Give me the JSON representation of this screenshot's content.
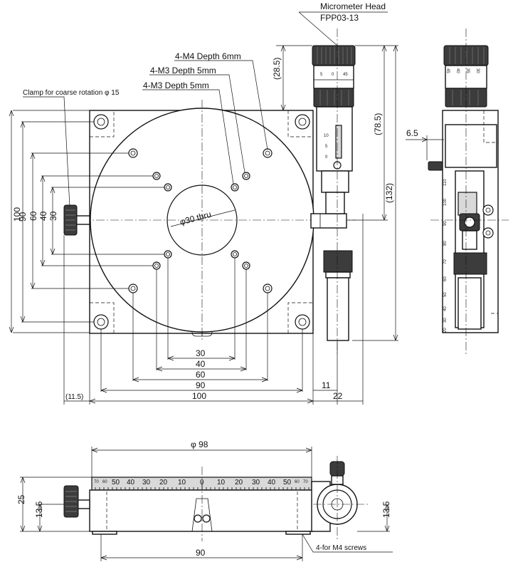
{
  "callouts": {
    "micrometer_head": "Micrometer Head",
    "micrometer_model": "FPP03-13",
    "m4_depth": "4-M4 Depth 6mm",
    "m3_depth_a": "4-M3 Depth 5mm",
    "m3_depth_b": "4-M3 Depth 5mm",
    "clamp": "Clamp for coarse rotation φ 15",
    "thru_hole": "φ30 thru",
    "m4_screws": "4-for M4 screws"
  },
  "dimensions": {
    "d_28_5": "(28.5)",
    "d_78_5": "(78.5)",
    "d_132": "(132)",
    "d_6_5": "6.5",
    "v_100": "100",
    "v_90": "90",
    "v_60": "60",
    "v_40": "40",
    "v_30": "30",
    "h_30": "30",
    "h_40": "40",
    "h_60": "60",
    "h_90": "90",
    "h_100": "100",
    "h_11_5": "(11.5)",
    "h_11": "11",
    "h_22": "22",
    "phi_98": "φ 98",
    "v_25": "25",
    "v_13_5_left": "13.5",
    "v_13_5_right": "13.5",
    "h_90_bottom": "90"
  },
  "scales": {
    "thimble_top": [
      "5",
      "0",
      "45"
    ],
    "thimble_side": [
      "45",
      "40",
      "35",
      "30"
    ],
    "sleeve": [
      "10",
      "5",
      "0"
    ],
    "linear": [
      "110",
      "100",
      "90",
      "80",
      "70",
      "60",
      "50",
      "40",
      "30",
      "20"
    ],
    "rotary": [
      "70",
      "60",
      "50",
      "40",
      "30",
      "20",
      "10",
      "0",
      "10",
      "20",
      "30",
      "40",
      "50",
      "60",
      "70"
    ]
  }
}
